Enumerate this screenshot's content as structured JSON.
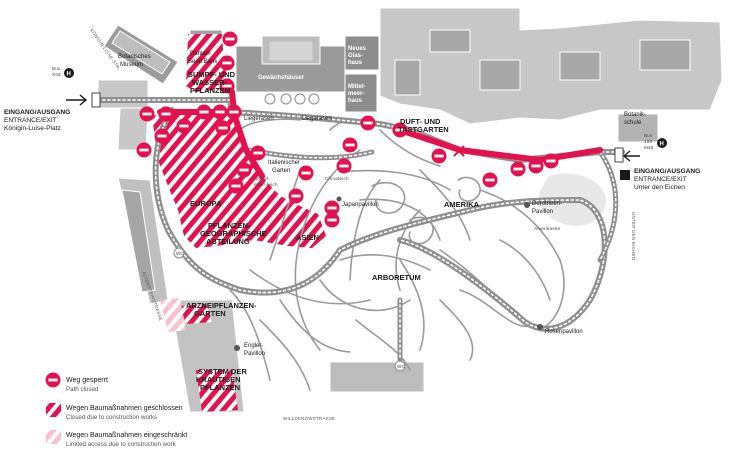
{
  "colors": {
    "closed": "#e5114e",
    "building": "#9a9a9a",
    "path": "#8f8f8f",
    "limited": "#f7c2cf"
  },
  "labels": {
    "botanisches_museum": [
      "Botanisches",
      "Museum"
    ],
    "dahlem_seed_bank": [
      "Dahlem",
      "Seed Bank"
    ],
    "sumpf": [
      "SUMPF- UND",
      "WASSER-",
      "PFLANZEN"
    ],
    "gewaechshaeuser": "Gewächshäuser",
    "neues_glashaus": [
      "Neues",
      "Glas-",
      "haus"
    ],
    "mittelmeerhaus": [
      "Mittel-",
      "meer-",
      "haus"
    ],
    "liegerasen_l": "Liegerasen",
    "liegerasen_r": "Liegerasen",
    "duft": [
      "DUFT- UND",
      "TASTGARTEN"
    ],
    "italienischer_garten": [
      "Italienischer",
      "Garten"
    ],
    "mittelmeerteich": [
      "Mittel-",
      "meer-teich"
    ],
    "chinateich": "Chinateich",
    "europa": "EUROPA",
    "pflanzengeo": [
      "PFLANZEN-",
      "GEOGRAPHISCHE",
      "ABTEILUNG"
    ],
    "asien": "ASIEN",
    "japanpavillon": "Japanpavillon",
    "amerika": "AMERIKA",
    "dorotheen": [
      "Dorotheen-",
      "Pavillon"
    ],
    "amerikasee": "Amerikasee",
    "botanikschule": [
      "Botanik-",
      "schule"
    ],
    "arboretum": "ARBORETUM",
    "arzneipflanzen": [
      "ARZNEIPFLANZEN-",
      "GARTEN"
    ],
    "engler": [
      "Engler-",
      "Pavillon"
    ],
    "system": [
      "SYSTEM DER",
      "KRAUTIGEN",
      "PFLANZEN"
    ],
    "rosenpavillon": "Rosenpavillon",
    "wc": "WC"
  },
  "streets": {
    "koenigin_luise": "KÖNIGIN-LUISE-STR.",
    "altensteinstrasse": "ALTENSTEINSTRASSE",
    "willdenowstrasse": "WILLDENOWSTRASSE",
    "unter_den_eichen": "UNTER DEN EICHEN"
  },
  "bus_left": {
    "label": "Bus",
    "line": "X83",
    "stop": "H"
  },
  "bus_right": {
    "label": "Bus",
    "lines": [
      "100",
      "M48"
    ],
    "stop": "H"
  },
  "entrance_left": {
    "title": "EINGANG/AUSGANG",
    "sub1": "ENTRANCE/EXIT",
    "sub2": "Königin-Luise-Platz"
  },
  "entrance_right": {
    "title": "EINGANG/AUSGANG",
    "sub1": "ENTRANCE/EXIT",
    "sub2": "Unter den Eichen"
  },
  "legend": [
    {
      "title": "Weg gesperrt",
      "subtitle": "Path closed",
      "icon": "closed-path-icon"
    },
    {
      "title": "Wegen Baumaßnahmen geschlossen",
      "subtitle": "Closed due to construction works",
      "icon": "construction-closed-icon"
    },
    {
      "title": "Wegen Baumaßnahmen eingeschränkt",
      "subtitle": "Limited access due to construction work",
      "icon": "construction-limited-icon"
    }
  ]
}
